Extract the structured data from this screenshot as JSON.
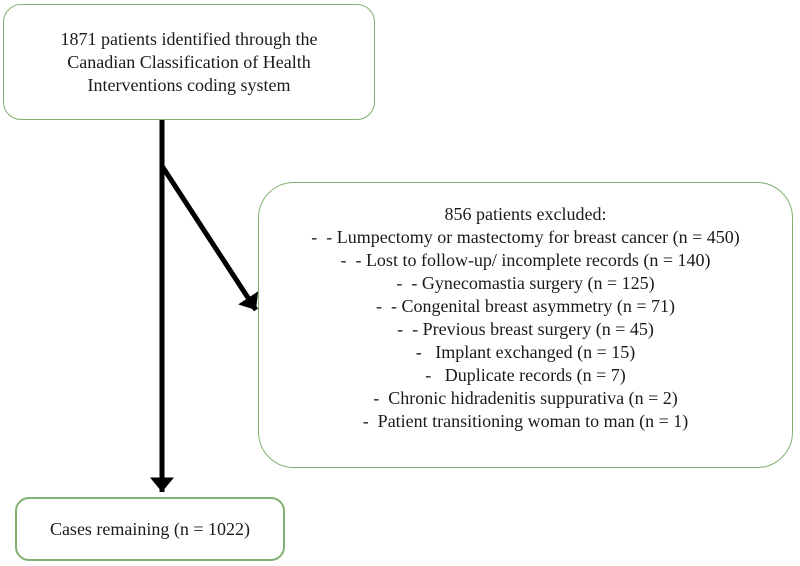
{
  "diagram": {
    "type": "patient-flow-chart",
    "accent_color": "#82b172",
    "arrow_color": "#000000",
    "background_color": "#ffffff",
    "boxes": {
      "identified": {
        "total_n": 1871,
        "lines": [
          "1871 patients identified through the",
          "Canadian Classification of Health",
          "Interventions coding system"
        ]
      },
      "excluded": {
        "total_n": 856,
        "title": "856 patients excluded:",
        "items": [
          "-  - Lumpectomy or mastectomy for breast cancer (n = 450)",
          "-  - Lost to follow-up/ incomplete records (n = 140)",
          "-  - Gynecomastia surgery (n = 125)",
          "-  - Congenital breast asymmetry (n = 71)",
          "-  - Previous breast surgery (n = 45)",
          "-   Implant exchanged (n = 15)",
          "-   Duplicate records (n = 7)",
          "-  Chronic hidradenitis suppurativa (n = 2)",
          "-  Patient transitioning woman to man (n = 1)"
        ]
      },
      "remaining": {
        "total_n": 1022,
        "text": "Cases remaining (n = 1022)"
      }
    }
  }
}
